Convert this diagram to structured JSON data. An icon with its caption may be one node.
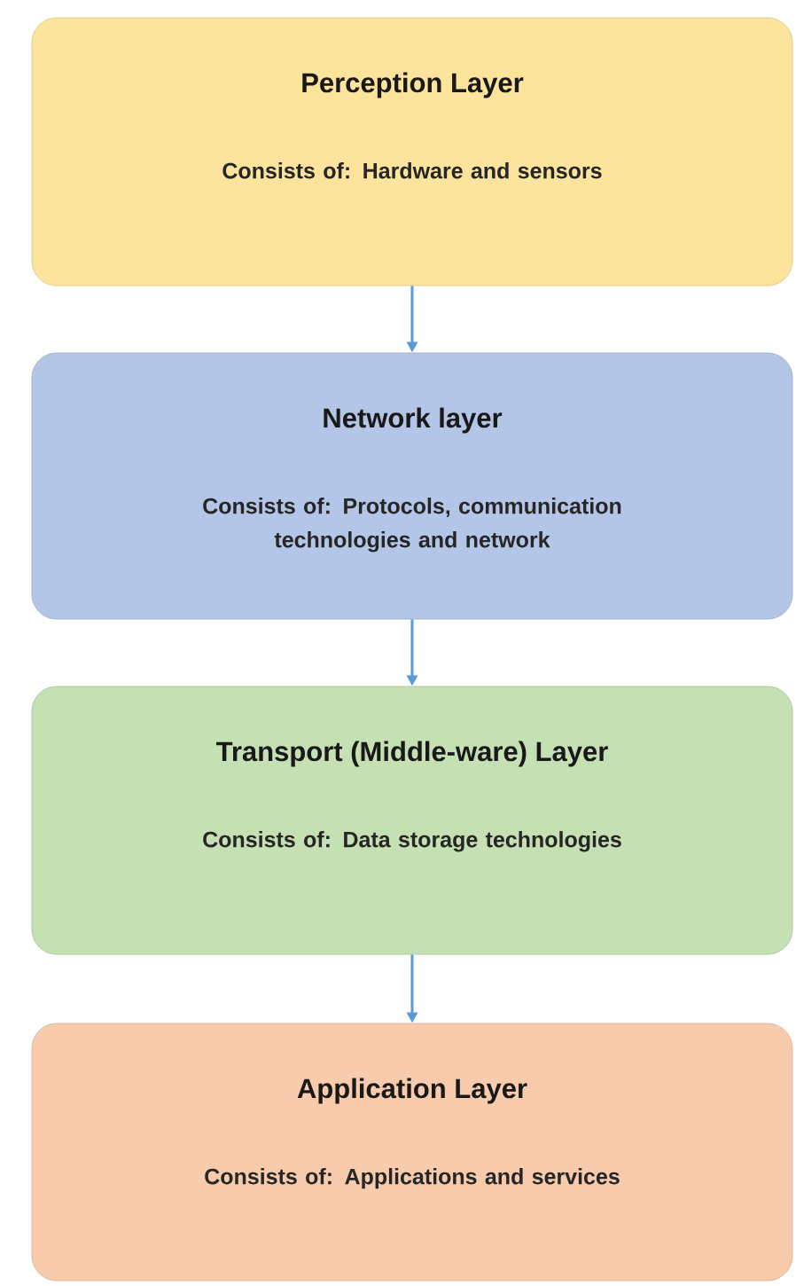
{
  "diagram": {
    "nodes": [
      {
        "text": [
          "Perception Layer",
          "Consists of: Hardware and sensors"
        ]
      },
      {
        "text": [
          "Network layer",
          "Consists of: Protocols, communication technologies and network"
        ]
      },
      {
        "text": [
          "Transport (Middle-ware) Layer",
          "Consists of: Data storage technologies"
        ]
      },
      {
        "text": [
          "Application Layer",
          "Consists of: Applications and services"
        ]
      }
    ],
    "edges": [
      {
        "from": 0,
        "to": 1,
        "arrow": "to"
      },
      {
        "from": 1,
        "to": 2,
        "arrow": "to"
      },
      {
        "from": 2,
        "to": 3,
        "arrow": "to"
      }
    ]
  }
}
